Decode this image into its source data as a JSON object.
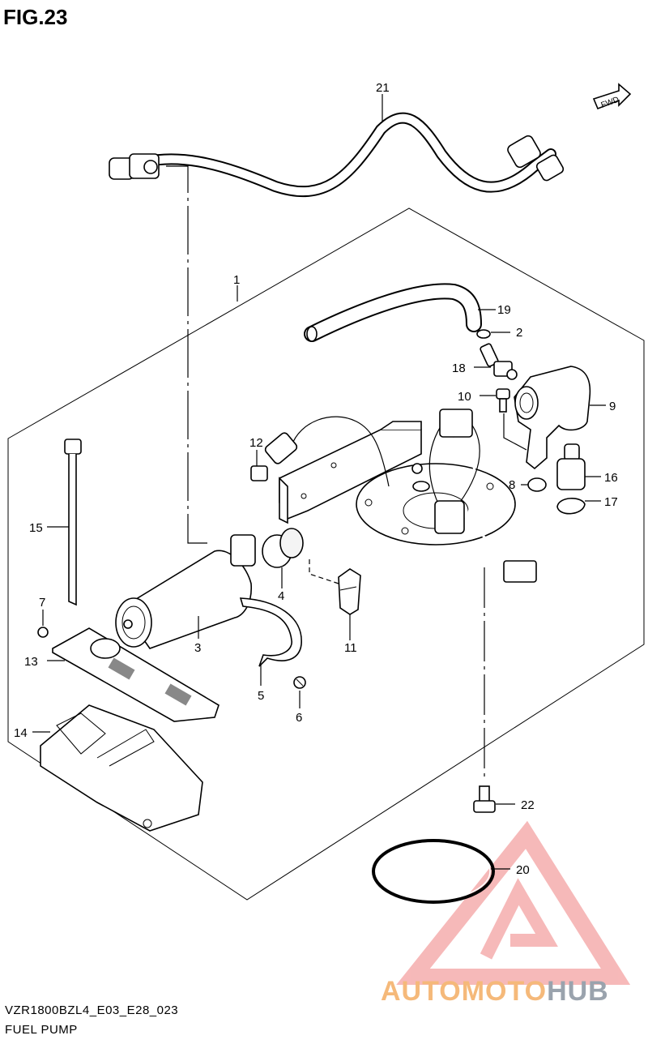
{
  "figure": {
    "title": "FIG.23",
    "code": "VZR1800BZL4_E03_E28_023",
    "name": "FUEL PUMP"
  },
  "direction_arrow": {
    "label": "FWD",
    "icon": "fwd-arrow-icon"
  },
  "watermark": {
    "text_a": "AUTOMOTO",
    "text_b": "HUB",
    "icon": "warning-triangle-logo-icon",
    "color_a": "#f5b97a",
    "color_b": "#9aa3ad",
    "logo_color": "#f08080"
  },
  "labels": {
    "p1": "1",
    "p2": "2",
    "p3": "3",
    "p4": "4",
    "p5": "5",
    "p6": "6",
    "p7": "7",
    "p8": "8",
    "p9": "9",
    "p10": "10",
    "p11": "11",
    "p12": "12",
    "p13": "13",
    "p14": "14",
    "p15": "15",
    "p16": "16",
    "p17": "17",
    "p18": "18",
    "p19": "19",
    "p20": "20",
    "p21": "21",
    "p22": "22"
  }
}
